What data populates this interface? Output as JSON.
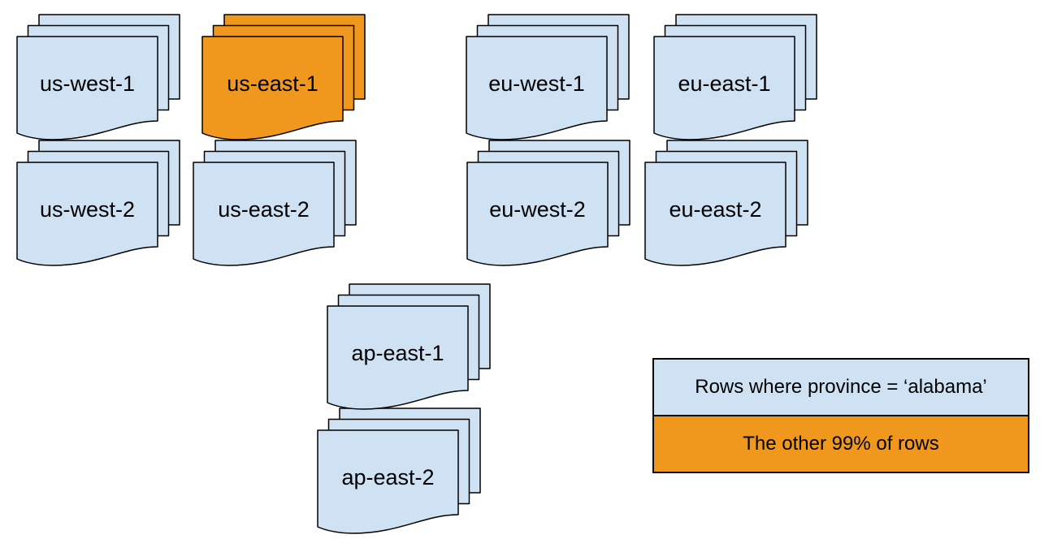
{
  "colors": {
    "light_blue": "#cfe2f3",
    "orange": "#f0981e",
    "stroke": "#000000",
    "background": "#ffffff"
  },
  "stacks": [
    {
      "id": "us-west-1",
      "label": "us-west-1",
      "color": "#cfe2f3"
    },
    {
      "id": "us-east-1",
      "label": "us-east-1",
      "color": "#f0981e"
    },
    {
      "id": "eu-west-1",
      "label": "eu-west-1",
      "color": "#cfe2f3"
    },
    {
      "id": "eu-east-1",
      "label": "eu-east-1",
      "color": "#cfe2f3"
    },
    {
      "id": "us-west-2",
      "label": "us-west-2",
      "color": "#cfe2f3"
    },
    {
      "id": "us-east-2",
      "label": "us-east-2",
      "color": "#cfe2f3"
    },
    {
      "id": "eu-west-2",
      "label": "eu-west-2",
      "color": "#cfe2f3"
    },
    {
      "id": "eu-east-2",
      "label": "eu-east-2",
      "color": "#cfe2f3"
    },
    {
      "id": "ap-east-1",
      "label": "ap-east-1",
      "color": "#cfe2f3"
    },
    {
      "id": "ap-east-2",
      "label": "ap-east-2",
      "color": "#cfe2f3"
    }
  ],
  "legend": {
    "items": [
      {
        "label": "Rows where province = ‘alabama’",
        "color": "#cfe2f3"
      },
      {
        "label": "The other 99% of rows",
        "color": "#f0981e"
      }
    ]
  }
}
